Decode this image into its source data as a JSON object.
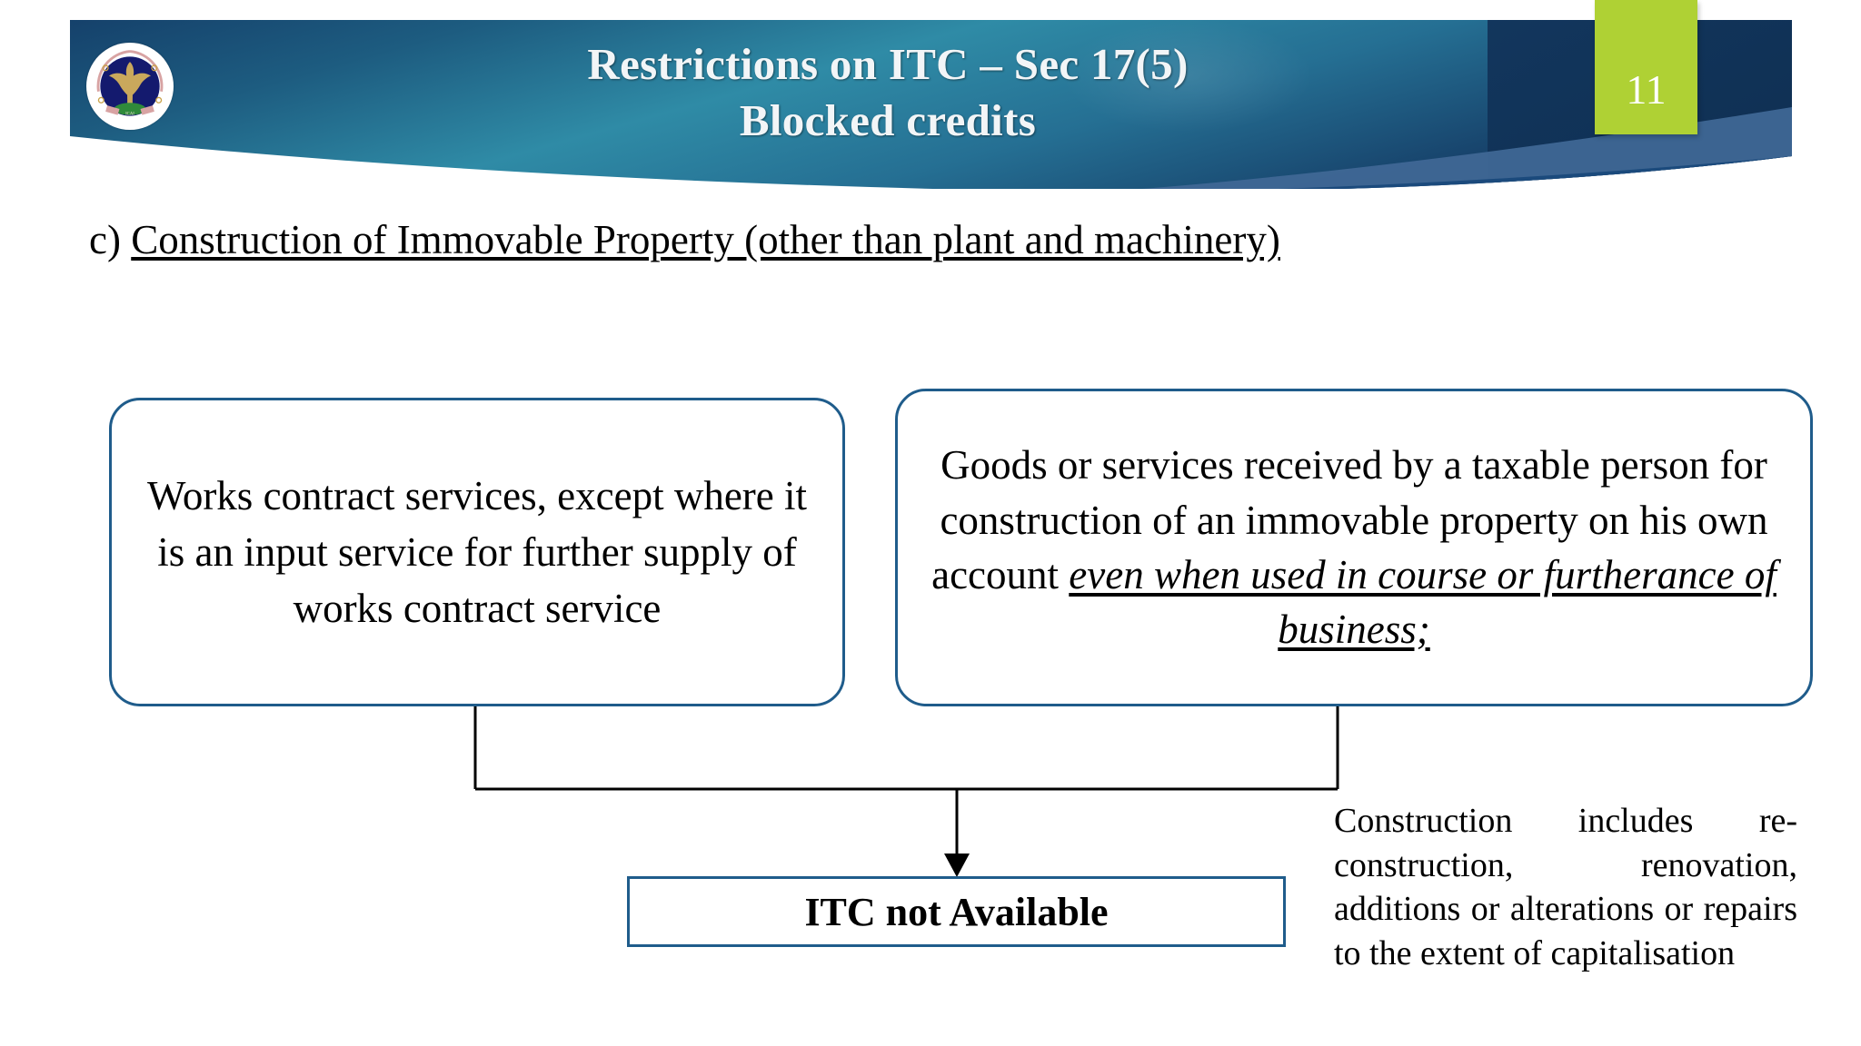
{
  "header": {
    "title_line1": "Restrictions on ITC – Sec 17(5)",
    "title_line2": "Blocked credits",
    "slide_number": "11",
    "logo_name": "icai-emblem",
    "colors": {
      "teal": "#2b7f9e",
      "dark_blue": "#123a63",
      "mid_blue": "#3f6795",
      "green_tab": "#afd134",
      "title_text": "#f2f5f7"
    }
  },
  "body": {
    "heading_marker": "c) ",
    "heading_text": "Construction of Immovable Property (other than plant and machinery)",
    "box_left": {
      "text": "Works contract services, except where it is an input service for further supply of works contract service"
    },
    "box_right": {
      "text_normal": "Goods or services received by a taxable person for construction of an immovable property on his own account ",
      "text_emphasis": "even when used in course or furtherance of business;"
    },
    "result": {
      "label": "ITC not Available"
    },
    "note": {
      "text": "Construction includes re-construction, renovation, additions or alterations or repairs to the extent of capitalisation"
    },
    "colors": {
      "box_border": "#1f5c8b",
      "connector": "#000000",
      "text": "#000000"
    }
  }
}
